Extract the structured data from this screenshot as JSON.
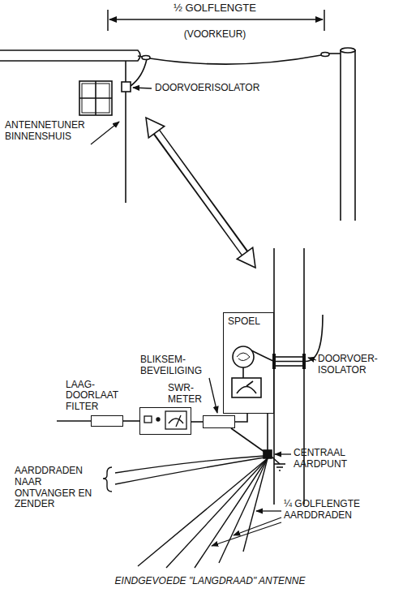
{
  "diagram": {
    "caption": "EINDGEVOEDE \"LANGDRAAD\" ANTENNE",
    "nodes": [
      {
        "text": [
          "SPOEL"
        ]
      },
      {
        "text": [
          "LAAG- DOORLAAT FILTER"
        ]
      },
      {
        "text": [
          "SWR- METER"
        ]
      },
      {
        "text": [
          "BLIKSEM- BEVEILIGING"
        ]
      }
    ],
    "edges": [
      {
        "from": 1,
        "to": 2,
        "arrow": "none"
      },
      {
        "from": 2,
        "to": 3,
        "arrow": "none"
      },
      {
        "from": 3,
        "to": 0,
        "arrow": "none"
      }
    ],
    "labels": [
      "½ GOLFLENGTE",
      "(VOORKEUR)",
      "DOORVOERISOLATOR",
      "ANTENNETUNER BINNENSHUIS",
      "DOORVOER- ISOLATOR",
      "CENTRAAL AARDPUNT",
      "AARDDRADEN NAAR ONTVANGER EN ZENDER",
      "¼ GOLFLENGTE AARDDRADEN"
    ]
  }
}
